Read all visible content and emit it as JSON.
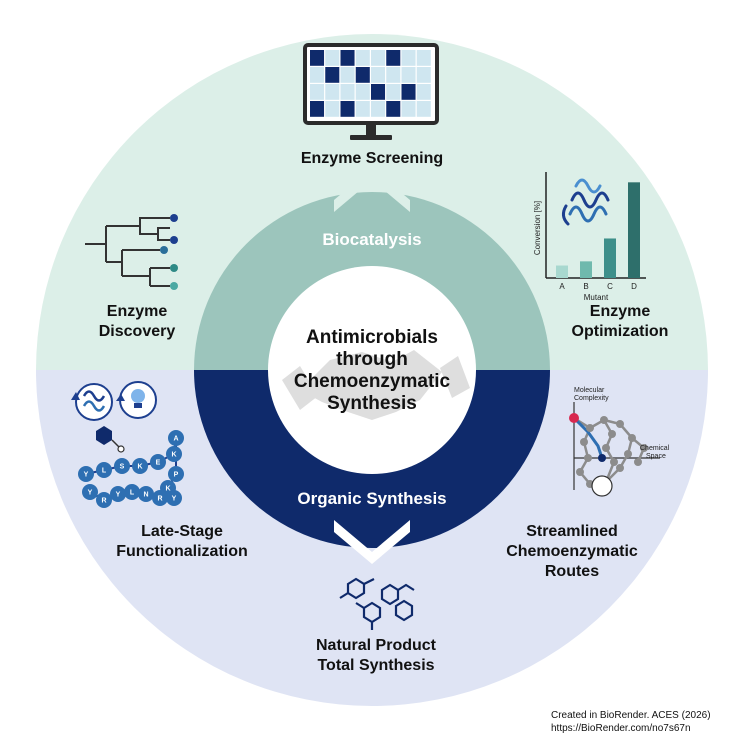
{
  "center": {
    "lines": [
      "Antimicrobials",
      "through",
      "Chemoenzymatic",
      "Synthesis"
    ]
  },
  "ring": {
    "top": "Biocatalysis",
    "bottom": "Organic Synthesis"
  },
  "topics": {
    "enzyme_screening": [
      "Enzyme Screening"
    ],
    "enzyme_discovery": [
      "Enzyme",
      "Discovery"
    ],
    "enzyme_optimization": [
      "Enzyme",
      "Optimization"
    ],
    "late_stage": [
      "Late-Stage",
      "Functionalization"
    ],
    "streamlined": [
      "Streamlined",
      "Chemoenzymatic",
      "Routes"
    ],
    "natural_product": [
      "Natural Product",
      "Total Synthesis"
    ]
  },
  "optimization_chart": {
    "ylabel": "Conversion [%]",
    "xlabel": "Mutant",
    "categories": [
      "A",
      "B",
      "C",
      "D"
    ],
    "values": [
      12,
      16,
      38,
      92
    ],
    "colors": [
      "#a8d8cf",
      "#6fb9ad",
      "#3d8f8a",
      "#2e6f6b"
    ]
  },
  "complexity_plot": {
    "y_label": [
      "Molecular",
      "Complexity"
    ],
    "x_label": [
      "Chemical",
      "Space"
    ]
  },
  "peptide": {
    "residues": [
      "Y",
      "L",
      "S",
      "K",
      "E",
      "K",
      "A",
      "P",
      "K",
      "Y",
      "R",
      "N",
      "L",
      "Y",
      "R",
      "Y"
    ]
  },
  "credit": {
    "line1": "Created in BioRender. ACES (2026)",
    "line2": "https://BioRender.com/no7s67n"
  },
  "colors": {
    "outer_top": "#dcefe8",
    "outer_bottom": "#dfe4f4",
    "ring_top": "#9cc5bc",
    "ring_bottom": "#0f2a6b",
    "accent_navy": "#0f2a6b",
    "accent_teal": "#2e8a86"
  }
}
